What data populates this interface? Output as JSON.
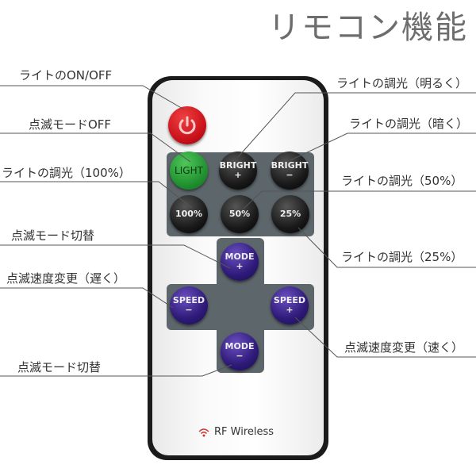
{
  "title": "リモコン機能",
  "labels_left": [
    "ライトのON/OFF",
    "点滅モードOFF",
    "ライトの調光（100%）",
    "点滅モード切替",
    "点滅速度変更（遅く）",
    "点滅モード切替"
  ],
  "labels_right": [
    "ライトの調光（明るく）",
    "ライトの調光（暗く）",
    "ライトの調光（50%）",
    "ライトの調光（25%）",
    "点滅速度変更（速く）"
  ],
  "buttons": {
    "light": "LIGHT",
    "bright_plus": [
      "BRIGHT",
      "+"
    ],
    "bright_minus": [
      "BRIGHT",
      "−"
    ],
    "p100": "100%",
    "p50": "50%",
    "p25": "25%",
    "mode_plus": [
      "MODE",
      "+"
    ],
    "mode_minus": [
      "MODE",
      "−"
    ],
    "speed_minus": [
      "SPEED",
      "−"
    ],
    "speed_plus": [
      "SPEED",
      "+"
    ]
  },
  "brand": "RF Wireless"
}
